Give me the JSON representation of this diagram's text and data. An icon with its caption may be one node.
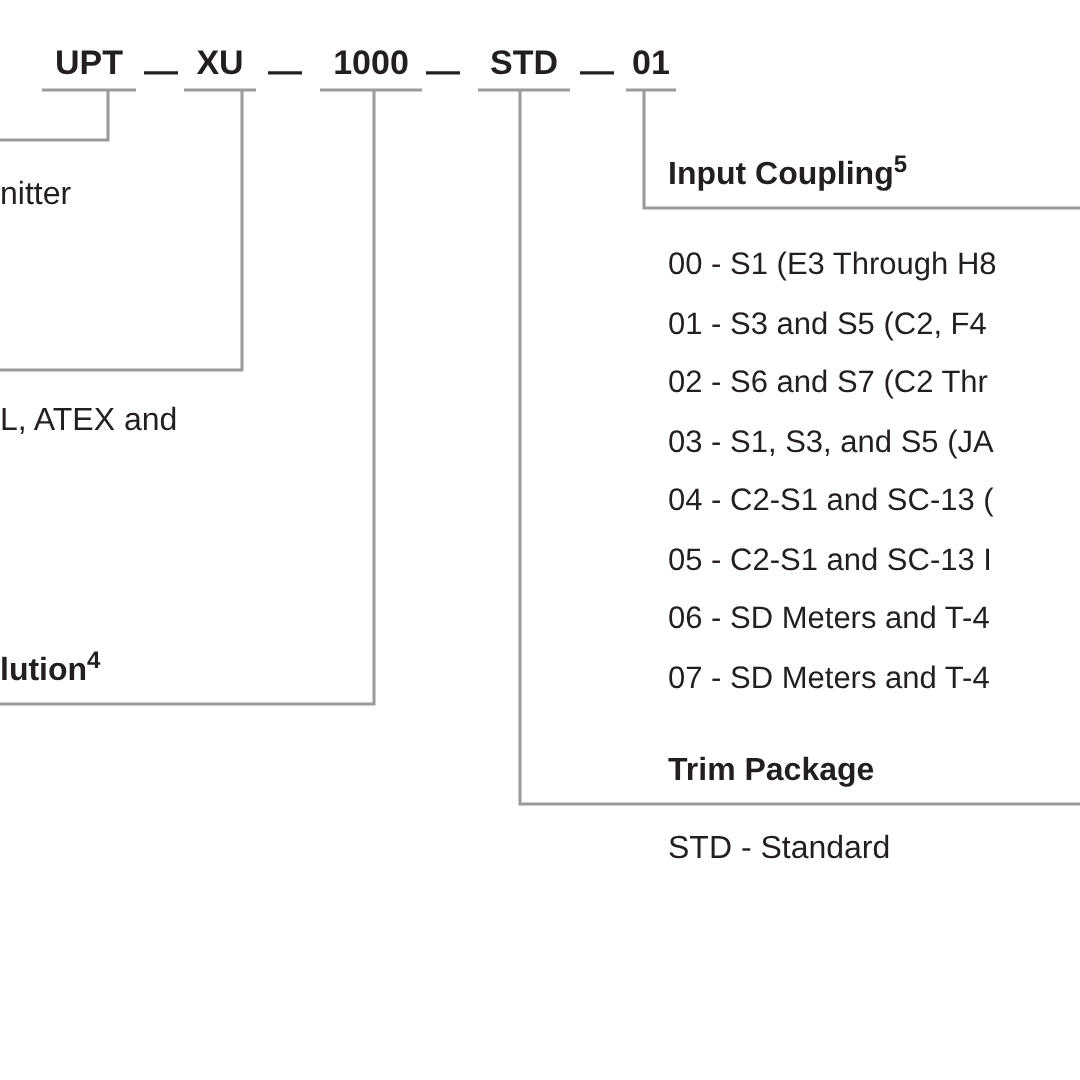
{
  "diagram": {
    "nodes": [
      {
        "text": [
          "UPT"
        ]
      },
      {
        "text": [
          "XU"
        ]
      },
      {
        "text": [
          "1000"
        ]
      },
      {
        "text": [
          "STD"
        ]
      },
      {
        "text": [
          "01"
        ]
      },
      {
        "text": [
          "nitter"
        ]
      },
      {
        "text": [
          "L, ATEX and"
        ]
      },
      {
        "text": [
          "lution$^{4}$"
        ]
      },
      {
        "text": [
          "Input Coupling$^{5}$"
        ]
      },
      {
        "text": [
          "Trim Package"
        ]
      }
    ],
    "edges": [
      {
        "from": 0,
        "to": 5,
        "arrow": "none"
      },
      {
        "from": 1,
        "to": 6,
        "arrow": "none"
      },
      {
        "from": 2,
        "to": 7,
        "arrow": "none"
      },
      {
        "from": 3,
        "to": 9,
        "arrow": "none"
      },
      {
        "from": 4,
        "to": 8,
        "arrow": "none"
      }
    ],
    "labels": [
      "—",
      "—",
      "—",
      "—",
      "00 - S1 (E3 Through H8",
      "01 - S3 and S5 (C2, F4",
      "02 - S6 and S7 (C2 Thr",
      "03 - S1, S3, and S5 (JA",
      "04 - C2-S1 and SC-13 (",
      "05 - C2-S1 and SC-13 I",
      "06 - SD Meters and T-4",
      "07 - SD Meters and T-4",
      "STD - Standard"
    ]
  }
}
